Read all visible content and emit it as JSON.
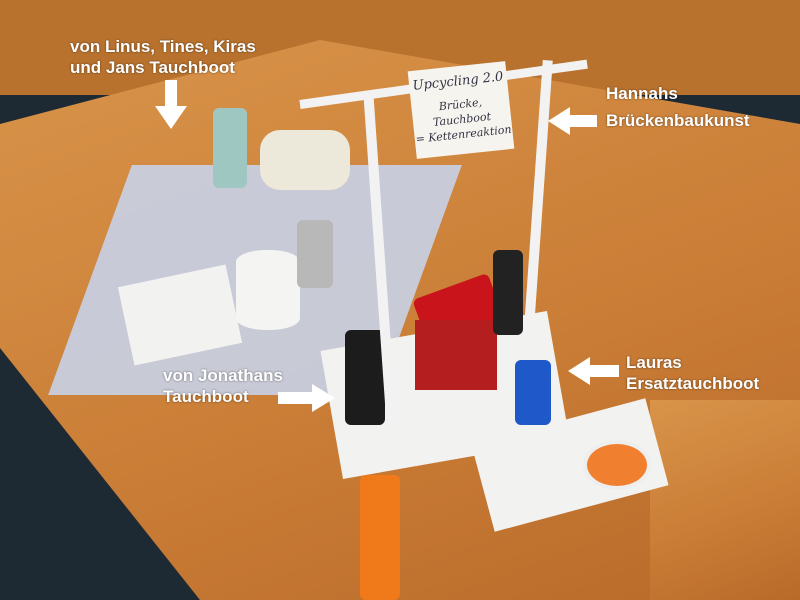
{
  "annotations": {
    "linus": "von Linus, Tines, Kiras",
    "linus_line2": "und Jans Tauchboot",
    "hannah": "Hannahs",
    "hannah_line2": "Brückenbaukunst",
    "jonathan": "von Jonathans",
    "jonathan_line2": "Tauchboot",
    "laura": "Lauras",
    "laura_line2": "Ersatztauchboot"
  },
  "sign": {
    "line1": "Upcycling 2.0",
    "line2": "Brücke, Tauchboot",
    "line3": "= Kettenreaktion"
  },
  "colors": {
    "annotation": "#ffffff",
    "table": "#c97c35"
  }
}
